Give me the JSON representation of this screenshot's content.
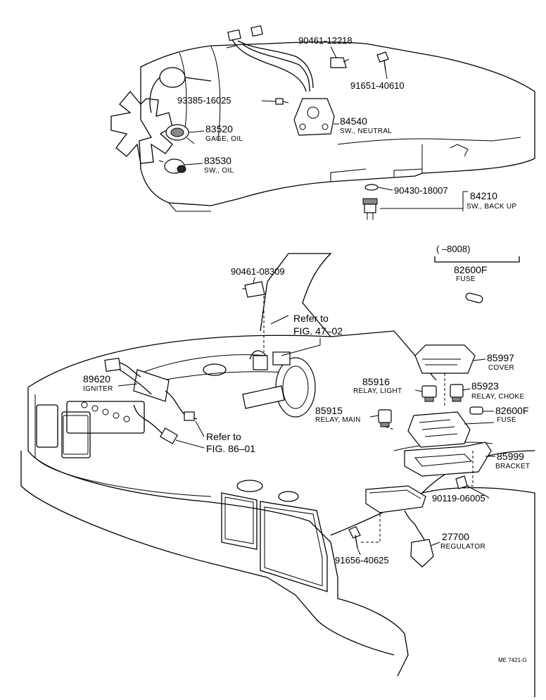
{
  "callouts": {
    "p90461_12218": {
      "number": "90461-12218"
    },
    "p91651_40610": {
      "number": "91651-40610"
    },
    "p93385_16025": {
      "number": "93385-16025"
    },
    "p83520": {
      "number": "83520",
      "name": "GAGE, OIL"
    },
    "p83530": {
      "number": "83530",
      "name": "SW., OIL"
    },
    "p84540": {
      "number": "84540",
      "name": "SW., NEUTRAL"
    },
    "p90430_18007": {
      "number": "90430-18007"
    },
    "p84210": {
      "number": "84210",
      "name": "SW., BACK UP"
    },
    "p90461_08309": {
      "number": "90461-08309"
    },
    "p82600F_top": {
      "number": "82600F",
      "name": "FUSE"
    },
    "p85997": {
      "number": "85997",
      "name": "COVER"
    },
    "p89620": {
      "number": "89620",
      "name": "IGNITER"
    },
    "p85916": {
      "number": "85916",
      "name": "RELAY, LIGHT"
    },
    "p85923": {
      "number": "85923",
      "name": "RELAY, CHOKE"
    },
    "p85915": {
      "number": "85915",
      "name": "RELAY, MAIN"
    },
    "p82600F": {
      "number": "82600F",
      "name": "FUSE"
    },
    "p85999": {
      "number": "85999",
      "name": "BRACKET"
    },
    "p90119_06005": {
      "number": "90119-06005"
    },
    "p27700": {
      "number": "27700",
      "name": "REGULATOR"
    },
    "p91656_40625": {
      "number": "91656-40625"
    }
  },
  "references": {
    "fig47": {
      "line1": "Refer to",
      "line2": "FIG. 47–02"
    },
    "fig86": {
      "line1": "Refer to",
      "line2": "FIG. 86–01"
    }
  },
  "date_bracket": {
    "label": "(      –8008)"
  },
  "footer": {
    "code": "ME 7421-G"
  }
}
